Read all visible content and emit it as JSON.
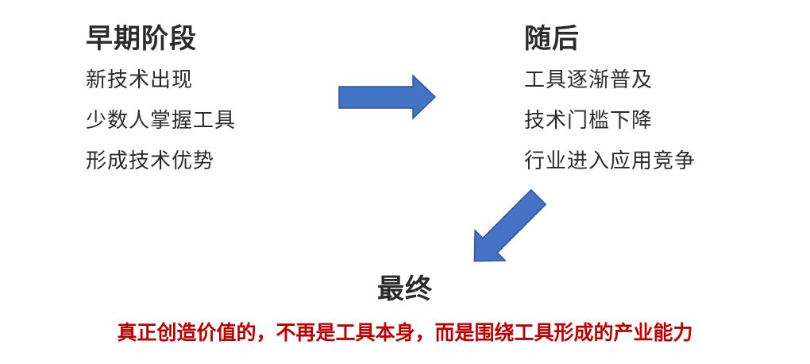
{
  "early": {
    "title": "早期阶段",
    "items": [
      "新技术出现",
      "少数人掌握工具",
      "形成技术优势"
    ]
  },
  "later": {
    "title": "随后",
    "items": [
      "工具逐渐普及",
      "技术门槛下降",
      "行业进入应用竞争"
    ]
  },
  "final": {
    "title": "最终",
    "conclusion": "真正创造价值的，不再是工具本身，而是围绕工具形成的产业能力"
  },
  "colors": {
    "arrow_fill": "#4472c4",
    "arrow_stroke": "#2f5597",
    "text": "#2b2b2b",
    "conclusion": "#c00000"
  },
  "icons": [
    "right-arrow-icon",
    "down-left-arrow-icon"
  ]
}
